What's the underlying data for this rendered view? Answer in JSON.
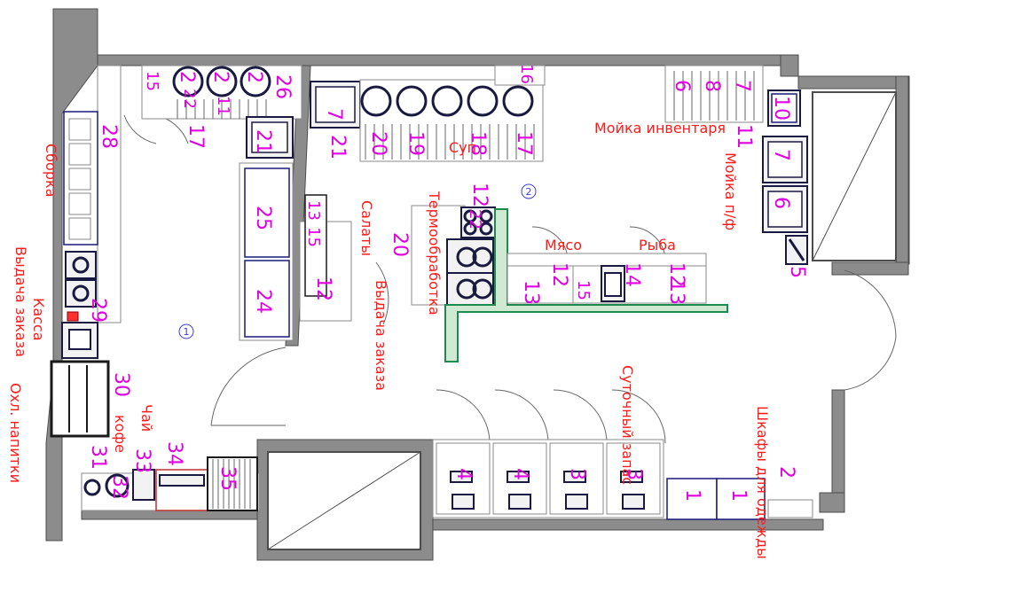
{
  "plan": {
    "zones": [
      "1",
      "2"
    ],
    "room_labels": [
      {
        "id": "sborka",
        "text": "Сборка"
      },
      {
        "id": "vydacha-zakaza-left",
        "text": "Выдача заказа"
      },
      {
        "id": "kassa",
        "text": "Касса"
      },
      {
        "id": "ohl-napitki",
        "text": "Охл. напитки"
      },
      {
        "id": "kofe",
        "text": "кофе"
      },
      {
        "id": "chay",
        "text": "Чай"
      },
      {
        "id": "sup",
        "text": "Суп"
      },
      {
        "id": "moyka-inventarya",
        "text": "Мойка инвентаря"
      },
      {
        "id": "moyka-pf",
        "text": "Мойка п/ф"
      },
      {
        "id": "salaty",
        "text": "Салаты"
      },
      {
        "id": "vydacha-zakaza-center",
        "text": "Выдача заказа"
      },
      {
        "id": "termoobrabotka",
        "text": "Термообработка"
      },
      {
        "id": "myaso",
        "text": "Мясо"
      },
      {
        "id": "ryba",
        "text": "Рыба"
      },
      {
        "id": "sutochny-zapas",
        "text": "Суточный запас"
      },
      {
        "id": "shkafy",
        "text": "Шкафы для одежды"
      }
    ],
    "equipment_numbers": [
      "15",
      "2",
      "2",
      "2",
      "26",
      "22",
      "11",
      "17",
      "21",
      "28",
      "7",
      "21",
      "20",
      "19",
      "18",
      "17",
      "16",
      "6",
      "8",
      "7",
      "10",
      "11",
      "7",
      "6",
      "5",
      "12",
      "22",
      "13",
      "15",
      "20",
      "12",
      "25",
      "24",
      "12",
      "15",
      "13",
      "14",
      "12",
      "13",
      "29",
      "30",
      "31",
      "32",
      "33",
      "34",
      "35",
      "4",
      "4",
      "3",
      "3",
      "1",
      "1",
      "2"
    ]
  }
}
